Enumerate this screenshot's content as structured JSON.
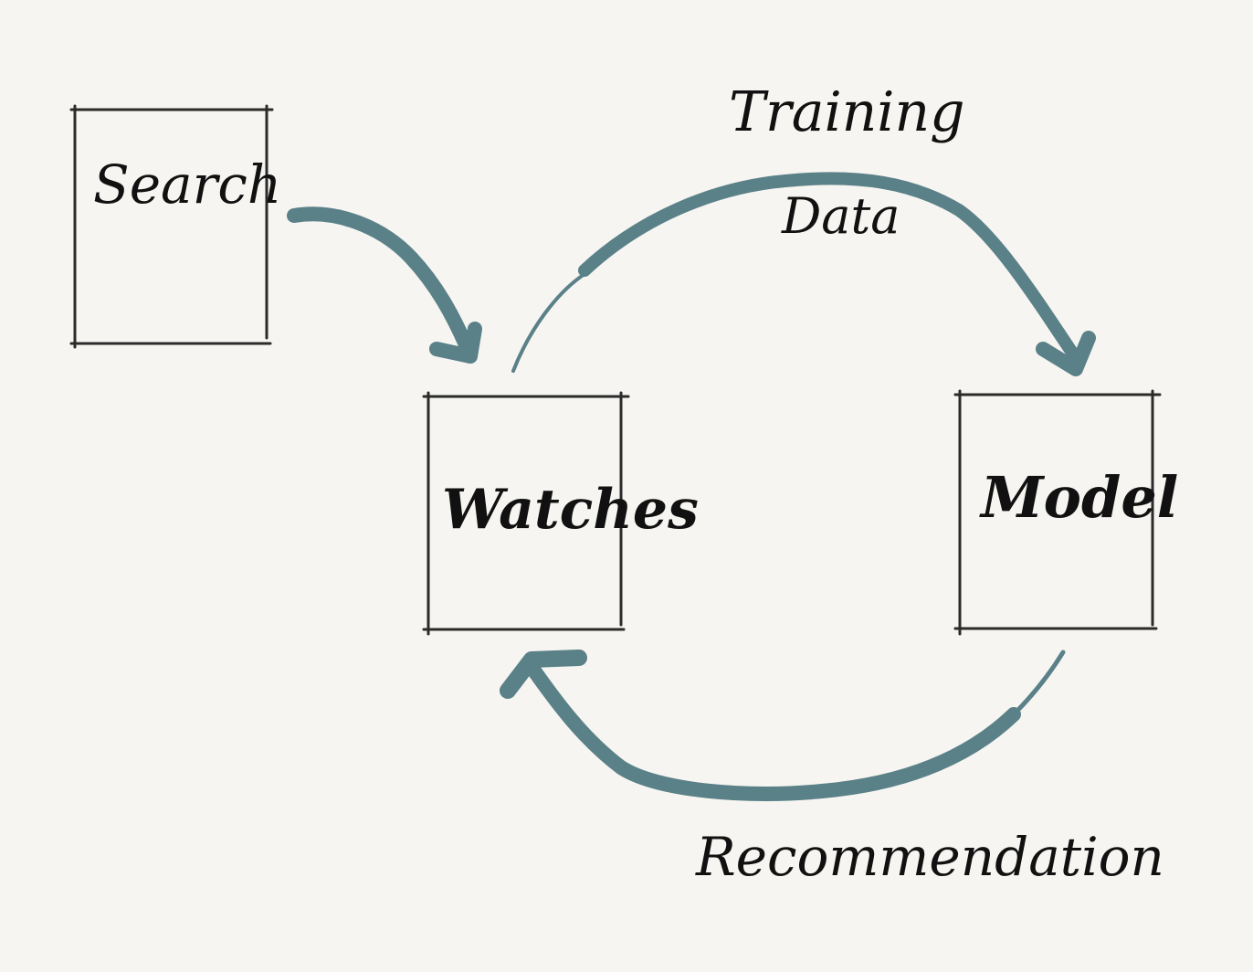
{
  "nodes": {
    "search": {
      "label": "Search"
    },
    "watches": {
      "label": "Watches"
    },
    "model": {
      "label": "Model"
    }
  },
  "edges": {
    "search_to_watches": {
      "from": "Search",
      "to": "Watches",
      "label": ""
    },
    "training_data": {
      "from": "Watches",
      "to": "Model",
      "label_line1": "Training",
      "label_line2": "Data"
    },
    "recommendation": {
      "from": "Model",
      "to": "Watches",
      "label": "Recommendation"
    }
  },
  "colors": {
    "background": "#f6f5f1",
    "arrow": "#5a8088",
    "box_stroke": "#2b2b2b",
    "text": "#111111"
  }
}
